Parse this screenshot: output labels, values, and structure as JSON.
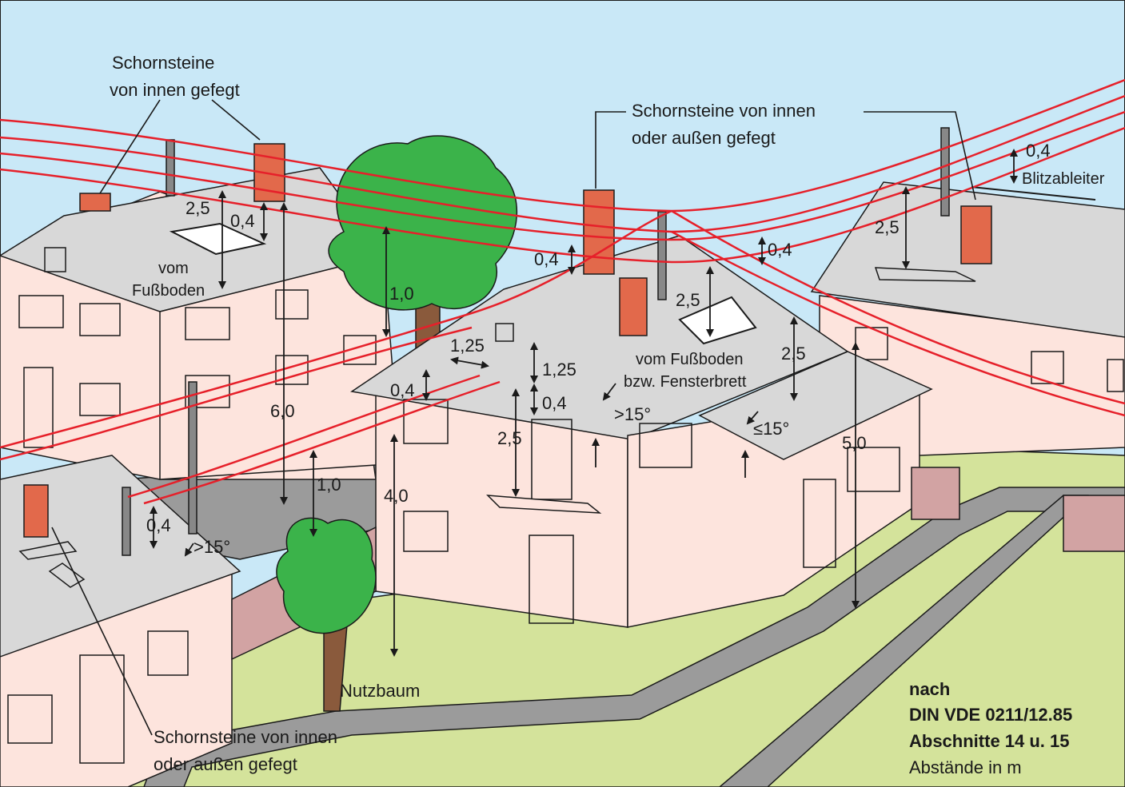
{
  "colors": {
    "sky": "#c9e8f7",
    "grass": "#d4e39b",
    "street": "#9b9b9b",
    "roof": "#d8d8d8",
    "wall": "#fde4dd",
    "chimney": "#e2694b",
    "line": "#e6202a",
    "tree": "#3bb34a",
    "trunk": "#8a5a3c"
  },
  "labels": {
    "chimney_inside_top": [
      "Schornsteine",
      "von innen gefegt"
    ],
    "chimney_both_top": [
      "Schornsteine von innen",
      "oder außen gefegt"
    ],
    "chimney_both_bottom": [
      "Schornsteine von innen",
      "oder außen gefegt"
    ],
    "floor_left": [
      "vom",
      "Fußboden"
    ],
    "floor_center": [
      "vom Fußboden",
      "bzw. Fensterbrett"
    ],
    "lightning": "Blitzableiter",
    "tree_name": "Nutzbaum",
    "source": [
      "nach",
      "DIN VDE 0211/12.85",
      "Abschnitte 14 u. 15",
      "Abstände in m"
    ]
  },
  "dimensions": {
    "left_roof_25": "2,5",
    "left_roof_04": "0,4",
    "big_tree_10": "1,0",
    "left_wall_60": "6,0",
    "ground_10": "1,0",
    "chimney_04": "0,4",
    "pole_center_25": "2,5",
    "right_roof_25": "2,5",
    "right_roof_04": "0,4",
    "center_roof_25": "2,5",
    "center_roof_04": "0,4",
    "gable_125a": "1,25",
    "gable_125b": "1,25",
    "gable_04a": "0,4",
    "gable_04b": "0,4",
    "balcony_25": "2,5",
    "angle_gt15_center": ">15°",
    "angle_le15": "≤15°",
    "wall_40": "4,0",
    "wall_50": "5,0",
    "front_04": "0,4",
    "angle_gt15_front": ">15°"
  }
}
